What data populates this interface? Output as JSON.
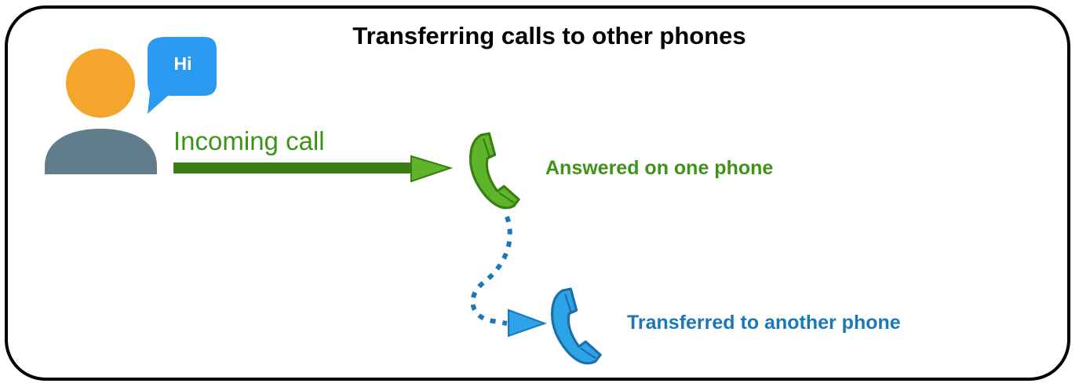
{
  "title": "Transferring calls to other phones",
  "caller": {
    "greeting": "Hi"
  },
  "incoming_label": "Incoming call",
  "answered_label": "Answered on one phone",
  "transferred_label": "Transferred to another phone",
  "colors": {
    "head": "#f5a52b",
    "body": "#617d8c",
    "bubble": "#2a9bf0",
    "green": "#3d9418",
    "green_light": "#5eb52c",
    "blue": "#1a78b8",
    "blue_light": "#2ea3e8"
  },
  "icons": [
    "person-icon",
    "speech-bubble-icon",
    "phone-handset-icon"
  ]
}
